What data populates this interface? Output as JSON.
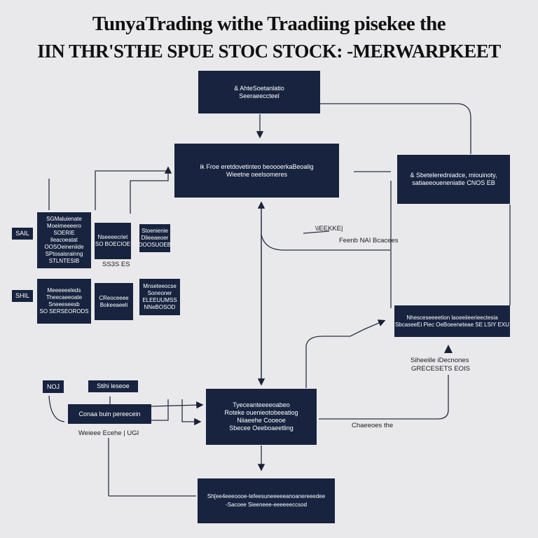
{
  "title": {
    "line1": "TunyaTrading withe Traadiing pisekee the",
    "line2": "IIN THR'STHE SPUE STOC STOCK: -MERWARPKEET"
  },
  "nodes": {
    "top": [
      "& AhteSoetanlatio",
      "Seeraeeccteel"
    ],
    "center": [
      "ik Froe eretdovetinteo beoooerkaBeoalig",
      "Wieetne oeelsomeres"
    ],
    "right_upper": [
      "& Sbeteleredniadce, miouinoty,",
      "satiaeeoueneniatie CNOS EB"
    ],
    "left_label_a": "SAIL",
    "left_label_b": "SHIL",
    "left_a": [
      "SGMaluienate",
      "Moeimeeeero",
      "SOERIE",
      "lleacoeatat",
      "OOSOeineniide",
      "SPtosaisrainng",
      "STLNTESIB"
    ],
    "mid_a": [
      "Nseeeecriet",
      "SO BOECIOE"
    ],
    "mid_a_caption": "SS3S ES",
    "small_a": [
      "Stoenienie",
      "Dlieeaeoer",
      "DOOSUOEB"
    ],
    "left_b": [
      "Meeeeeeleds",
      "Theecaeeoate",
      "Sneeeseesb",
      "SO SERSEORODS"
    ],
    "mid_b": [
      "CReoceeee",
      "Bokeeaeeli"
    ],
    "small_b": [
      "Mnseteeocse",
      "Soneoner",
      "ELEEUUMSS",
      "NNeBOSOD"
    ],
    "right_lower": [
      "Nhesceseeeetion laoeeiieerieectesia",
      "SbcaseeEi Piec OeBoeeneteae SE LSIY EXU"
    ],
    "bottom_left_tag": "Stihi leseoe",
    "bottom_left_small": "NOJ",
    "bottom_left_box": "Conaa buin pereecein",
    "center_low": [
      "Tyeceanteeeeoabeo",
      "Roteke ouenieotobeeatiog",
      "Niiaeehe Cooeoe",
      "Sbecee Oeeboaeetling"
    ],
    "bottom": [
      "Sh[ee4eeeoooe-tefeesuneeeeeanoanereeedee",
      "-Sacoee Sieeneee-eeeeeeccsod"
    ]
  },
  "labels": {
    "arrow_note": "\\IEEKKE|",
    "fast_note": "Feenb NAI Bcacees",
    "warn_line1": "Siheeiile iDecnones",
    "warn_line2": "GRECESETS EOIS",
    "right_flow": "Chaeeoes the",
    "bottom_left_caption": "Weieee Ecehe | UGI"
  }
}
